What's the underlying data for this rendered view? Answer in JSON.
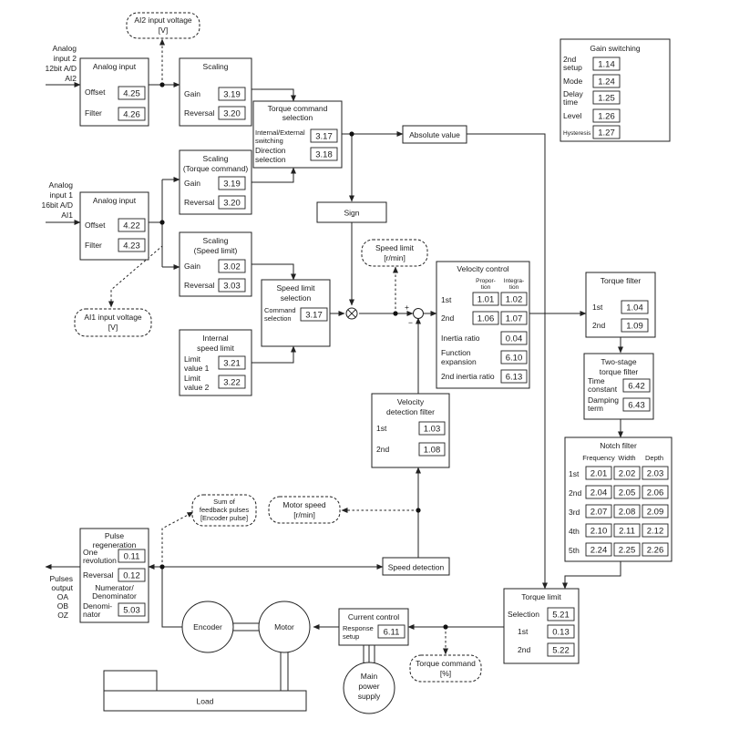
{
  "ai2_in": [
    "Analog",
    "input 2",
    "12bit A/D",
    "AI2"
  ],
  "ai1_in": [
    "Analog",
    "input 1",
    "16bit A/D",
    "AI1"
  ],
  "ai2_voltage": [
    "AI2 input voltage",
    "[V]"
  ],
  "ai1_voltage": [
    "AI1 input voltage",
    "[V]"
  ],
  "speed_limit_cloud": [
    "Speed limit",
    "[r/min]"
  ],
  "pulse_sum_cloud": [
    "Sum of",
    "feedback pulses",
    "[Encoder pulse]"
  ],
  "motor_speed_cloud": [
    "Motor speed",
    "[r/min]"
  ],
  "torque_cmd_cloud": [
    "Torque command",
    "[%]"
  ],
  "analog2": {
    "title": "Analog input",
    "offset": "Offset",
    "offset_v": "4.25",
    "filter": "Filter",
    "filter_v": "4.26"
  },
  "scale2": {
    "title": "Scaling",
    "gain": "Gain",
    "gain_v": "3.19",
    "rev": "Reversal",
    "rev_v": "3.20"
  },
  "tq_sel": {
    "title": [
      "Torque command",
      "selection"
    ],
    "sw": [
      "Internal/External",
      "switching"
    ],
    "sw_v": "3.17",
    "dir": [
      "Direction",
      "selection"
    ],
    "dir_v": "3.18"
  },
  "absval": "Absolute value",
  "sign": "Sign",
  "gain_sw": {
    "title": "Gain switching",
    "setup": [
      "2nd",
      "setup"
    ],
    "setup_v": "1.14",
    "mode": "Mode",
    "mode_v": "1.24",
    "delay": [
      "Delay",
      "time"
    ],
    "delay_v": "1.25",
    "level": "Level",
    "level_v": "1.26",
    "hyst": "Hysteresis",
    "hyst_v": "1.27"
  },
  "analog1": {
    "title": "Analog input",
    "offset": "Offset",
    "offset_v": "4.22",
    "filter": "Filter",
    "filter_v": "4.23"
  },
  "scale_tq": {
    "title": [
      "Scaling",
      "(Torque command)"
    ],
    "gain": "Gain",
    "gain_v": "3.19",
    "rev": "Reversal",
    "rev_v": "3.20"
  },
  "scale_sl": {
    "title": [
      "Scaling",
      "(Speed limit)"
    ],
    "gain": "Gain",
    "gain_v": "3.02",
    "rev": "Reversal",
    "rev_v": "3.03"
  },
  "sl_sel": {
    "title": [
      "Speed limit",
      "selection"
    ],
    "cmd": [
      "Command",
      "selection"
    ],
    "cmd_v": "3.17"
  },
  "int_sl": {
    "title": [
      "Internal",
      "speed limit"
    ],
    "l1": [
      "Limit",
      "value 1"
    ],
    "l1_v": "3.21",
    "l2": [
      "Limit",
      "value 2"
    ],
    "l2_v": "3.22"
  },
  "vel": {
    "title": "Velocity control",
    "col1": [
      "Propor-",
      "tion"
    ],
    "col2": [
      "Integra-",
      "tion"
    ],
    "r1": "1st",
    "r1a": "1.01",
    "r1b": "1.02",
    "r2": "2nd",
    "r2a": "1.06",
    "r2b": "1.07",
    "inertia": "Inertia ratio",
    "inertia_v": "0.04",
    "fe": [
      "Function",
      "expansion"
    ],
    "fe_v": "6.10",
    "in2": "2nd inertia ratio",
    "in2_v": "6.13"
  },
  "tqf": {
    "title": "Torque filter",
    "r1": "1st",
    "r1_v": "1.04",
    "r2": "2nd",
    "r2_v": "1.09"
  },
  "two": {
    "title": [
      "Two-stage",
      "torque filter"
    ],
    "tc": [
      "Time",
      "constant"
    ],
    "tc_v": "6.42",
    "dt": [
      "Damping",
      "term"
    ],
    "dt_v": "6.43"
  },
  "vdf": {
    "title": [
      "Velocity",
      "detection filter"
    ],
    "r1": "1st",
    "r1_v": "1.03",
    "r2": "2nd",
    "r2_v": "1.08"
  },
  "notch": {
    "title": "Notch filter",
    "cols": [
      "Frequency",
      "Width",
      "Depth"
    ],
    "rows": [
      {
        "label": "1st",
        "v": [
          "2.01",
          "2.02",
          "2.03"
        ]
      },
      {
        "label": "2nd",
        "v": [
          "2.04",
          "2.05",
          "2.06"
        ]
      },
      {
        "label": "3rd",
        "v": [
          "2.07",
          "2.08",
          "2.09"
        ]
      },
      {
        "label": "4th",
        "v": [
          "2.10",
          "2.11",
          "2.12"
        ]
      },
      {
        "label": "5th",
        "v": [
          "2.24",
          "2.25",
          "2.26"
        ]
      }
    ]
  },
  "pulse": {
    "title": [
      "Pulse",
      "regeneration"
    ],
    "one": [
      "One",
      "revolution"
    ],
    "one_v": "0.11",
    "rev": "Reversal",
    "rev_v": "0.12",
    "nd": [
      "Numerator/",
      "Denominator"
    ],
    "den": [
      "Denomi-",
      "nator"
    ],
    "den_v": "5.03"
  },
  "pulses_out": [
    "Pulses",
    "output",
    "OA",
    "OB",
    "OZ"
  ],
  "speed_det": "Speed detection",
  "tlim": {
    "title": "Torque limit",
    "sel": "Selection",
    "sel_v": "5.21",
    "r1": "1st",
    "r1_v": "0.13",
    "r2": "2nd",
    "r2_v": "5.22"
  },
  "cc": {
    "title": "Current control",
    "resp": [
      "Response",
      "setup"
    ],
    "resp_v": "6.11"
  },
  "encoder": "Encoder",
  "motor": "Motor",
  "mains": [
    "Main",
    "power",
    "supply"
  ],
  "load": "Load",
  "plus": "+",
  "minus": "−"
}
